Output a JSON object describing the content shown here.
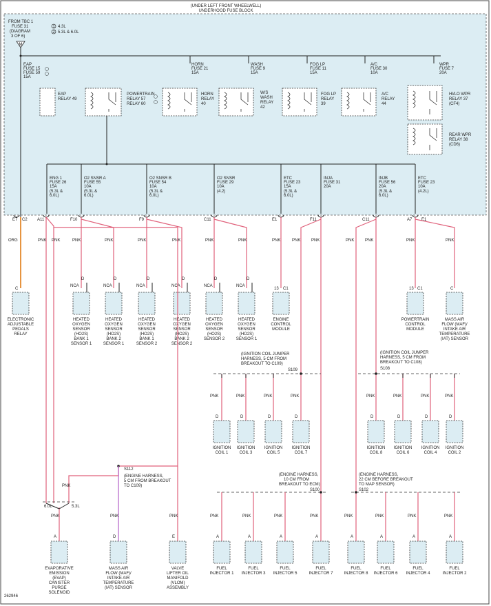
{
  "header": {
    "line1": "(UNDER LEFT FRONT WHEELWELL)",
    "line2": "UNDERHOOD FUSE BLOCK"
  },
  "source": {
    "lines": [
      "FROM TBC 1",
      "FUSE 31",
      "(DIAGRAM",
      "3 OF 6)"
    ],
    "arrow_letter": "M"
  },
  "legend": {
    "items": [
      {
        "num": "1",
        "text": "4.3L"
      },
      {
        "num": "2",
        "text": "5.3L & 6.0L"
      }
    ]
  },
  "top_fuses": [
    {
      "id": "eap",
      "lines": [
        "EAP",
        "FUSE 15",
        "FUSE 59",
        "15A"
      ]
    },
    {
      "id": "horn",
      "lines": [
        "HORN",
        "FUSE 21",
        "15A"
      ]
    },
    {
      "id": "wash",
      "lines": [
        "WASH",
        "FUSE 9",
        "15A"
      ]
    },
    {
      "id": "foglp",
      "lines": [
        "FOG LP",
        "FUSE 11",
        "15A"
      ]
    },
    {
      "id": "ac",
      "lines": [
        "A/C",
        "FUSE 30",
        "10A"
      ]
    },
    {
      "id": "wpr",
      "lines": [
        "WPR",
        "FUSE 7",
        "20A"
      ]
    }
  ],
  "relays": [
    {
      "id": "eap",
      "lines": [
        "EAP",
        "RELAY 49"
      ]
    },
    {
      "id": "powertrain",
      "lines": [
        "POWERTRAIN",
        "RELAY 57",
        "RELAY 60"
      ]
    },
    {
      "id": "horn",
      "lines": [
        "HORN",
        "RELAY",
        "40"
      ]
    },
    {
      "id": "ws-wash",
      "lines": [
        "W/S",
        "WASH",
        "RELAY",
        "42"
      ]
    },
    {
      "id": "foglp",
      "lines": [
        "FOG LP",
        "RELAY",
        "39"
      ]
    },
    {
      "id": "ac",
      "lines": [
        "A/C",
        "RELAY",
        "44"
      ]
    },
    {
      "id": "hilo-wpr",
      "lines": [
        "HI/LO WPR",
        "RELAY 37",
        "(CF4)"
      ]
    },
    {
      "id": "rear-wpr",
      "lines": [
        "REAR WPR",
        "RELAY 38",
        "(CD6)"
      ]
    }
  ],
  "lower_fuses": [
    {
      "id": "eng1",
      "lines": [
        "ENG 1",
        "FUSE 26",
        "15A",
        "(5.3L &",
        "6.0L)"
      ]
    },
    {
      "id": "o2a",
      "lines": [
        "O2 SNSR A",
        "FUSE 55",
        "10A",
        "(5.3L &",
        "6.0L)"
      ]
    },
    {
      "id": "o2b",
      "lines": [
        "O2 SNSR B",
        "FUSE 54",
        "10A",
        "(5.3L &",
        "6.0L)"
      ]
    },
    {
      "id": "o2",
      "lines": [
        "O2 SNSR",
        "FUSE 29",
        "10A",
        "(4.2)"
      ]
    },
    {
      "id": "etc1",
      "lines": [
        "ETC",
        "FUSE 23",
        "15A",
        "(5.3L &",
        "6.0L)"
      ]
    },
    {
      "id": "inja",
      "lines": [
        "INJA",
        "FUSE 31",
        "20A"
      ]
    },
    {
      "id": "injb",
      "lines": [
        "INJB",
        "FUSE 56",
        "20A",
        "(5.3L &",
        "6.0L)"
      ]
    },
    {
      "id": "etc2",
      "lines": [
        "ETC",
        "FUSE 23",
        "10A",
        "(4.2L)"
      ]
    }
  ],
  "terminals": [
    "E7",
    "C2",
    "A11",
    "F10",
    "F9",
    "C11",
    "E1",
    "F11",
    "C11",
    "A7",
    "E1"
  ],
  "wire_colors": {
    "pnk": "PNK",
    "org": "ORG"
  },
  "nca": "NCA",
  "connector_letters": {
    "c": "C",
    "d": "D",
    "a": "A",
    "e": "E",
    "num13": "13",
    "c1": "C1"
  },
  "upper_components": [
    {
      "id": "eap-relay",
      "lines": [
        "ELECTRONIC",
        "ADJUSTABLE",
        "PEDALS",
        "RELAY"
      ]
    },
    {
      "id": "ho2s-b1s1",
      "lines": [
        "HEATED",
        "OXYGEN",
        "SENSOR",
        "(HO2S)",
        "BANK 1",
        "SENSOR 1"
      ]
    },
    {
      "id": "ho2s-b2s1",
      "lines": [
        "HEATED",
        "OXYGEN",
        "SENSOR",
        "(HO2S)",
        "BANK 2",
        "SENSOR 1"
      ]
    },
    {
      "id": "ho2s-b1s2",
      "lines": [
        "HEATED",
        "OXYGEN",
        "SENSOR",
        "(HO2S)",
        "BANK 1",
        "SENSOR 2"
      ]
    },
    {
      "id": "ho2s-b2s2",
      "lines": [
        "HEATED",
        "OXYGEN",
        "SENSOR",
        "(HO2S)",
        "BANK 2",
        "SENSOR 2"
      ]
    },
    {
      "id": "ho2s-s2",
      "lines": [
        "HEATED",
        "OXYGEN",
        "SENSOR",
        "(HO2S)",
        "SENSOR 2"
      ]
    },
    {
      "id": "ho2s-s1",
      "lines": [
        "HEATED",
        "OXYGEN",
        "SENSOR",
        "(HO2S)",
        "SENSOR 1"
      ]
    },
    {
      "id": "ecm",
      "lines": [
        "ENGINE",
        "CONTROL",
        "MODULE"
      ]
    },
    {
      "id": "pcm",
      "lines": [
        "POWERTRAIN",
        "CONTROL",
        "MODULE"
      ]
    },
    {
      "id": "maf1",
      "lines": [
        "MASS AIR",
        "FLOW (MAF)/",
        "INTAKE AIR",
        "TEMPERATURE",
        "(IAT) SENSOR"
      ]
    }
  ],
  "splices": {
    "s109": {
      "lines": [
        "(IGNITION COIL JUMPER",
        "HARNESS, 5 CM FROM",
        "BREAKOUT TO C109)",
        "S109"
      ]
    },
    "s108": {
      "lines": [
        "(IGNITION COIL JUMPER",
        "HARNESS, 5 CM FROM",
        "BREAKOUT TO C108)",
        "S108"
      ]
    },
    "s112": {
      "lines": [
        "S112",
        "(ENGINE HARNESS,",
        "5 CM FROM BREAKOUT",
        "TO C109)"
      ]
    },
    "s100": {
      "lines": [
        "(ENGINE HARNESS,",
        "10 CM FROM",
        "BREAKOUT TO ECM)",
        "S100"
      ]
    },
    "s102": {
      "lines": [
        "(ENGINE HARNESS,",
        "22 CM BEFORE BREAKOUT",
        "TO MAP SENSOR)",
        "S102"
      ]
    }
  },
  "coils": [
    {
      "id": "coil1",
      "lines": [
        "IGNITION",
        "COIL 1"
      ]
    },
    {
      "id": "coil3",
      "lines": [
        "IGNITION",
        "COIL 3"
      ]
    },
    {
      "id": "coil5",
      "lines": [
        "IGNITION",
        "COIL 5"
      ]
    },
    {
      "id": "coil7",
      "lines": [
        "IGNITION",
        "COIL 7"
      ]
    },
    {
      "id": "coil8",
      "lines": [
        "IGNITION",
        "COIL 8"
      ]
    },
    {
      "id": "coil6",
      "lines": [
        "IGNITION",
        "COIL 6"
      ]
    },
    {
      "id": "coil4",
      "lines": [
        "IGNITION",
        "COIL 4"
      ]
    },
    {
      "id": "coil2",
      "lines": [
        "IGNITION",
        "COIL 2"
      ]
    }
  ],
  "variant_labels": {
    "left": "6.0L",
    "right": "5.3L"
  },
  "lower_components": [
    {
      "id": "evap",
      "lines": [
        "EVAPORATIVE",
        "EMISSION",
        "(EVAP)",
        "CANISTER",
        "PURGE",
        "SOLENOID"
      ]
    },
    {
      "id": "maf2",
      "lines": [
        "MASS AIR",
        "FLOW (MAF)/",
        "INTAKE AIR",
        "TEMPERATURE",
        "(IAT) SENSOR"
      ]
    },
    {
      "id": "vlom",
      "lines": [
        "VALVE",
        "LIFTER OIL",
        "MANIFOLD",
        "(VLOM)",
        "ASSEMBLY"
      ]
    }
  ],
  "injectors": [
    {
      "id": "inj1",
      "lines": [
        "FUEL",
        "INJECTOR 1"
      ]
    },
    {
      "id": "inj3",
      "lines": [
        "FUEL",
        "INJECTOR 3"
      ]
    },
    {
      "id": "inj5",
      "lines": [
        "FUEL",
        "INJECTOR 5"
      ]
    },
    {
      "id": "inj7",
      "lines": [
        "FUEL",
        "INJECTOR 7"
      ]
    },
    {
      "id": "inj8",
      "lines": [
        "FUEL",
        "INJECTOR 8"
      ]
    },
    {
      "id": "inj6",
      "lines": [
        "FUEL",
        "INJECTOR 6"
      ]
    },
    {
      "id": "inj4",
      "lines": [
        "FUEL",
        "INJECTOR 4"
      ]
    },
    {
      "id": "inj2",
      "lines": [
        "FUEL",
        "INJECTOR 2"
      ]
    }
  ],
  "figure_number": "262946"
}
